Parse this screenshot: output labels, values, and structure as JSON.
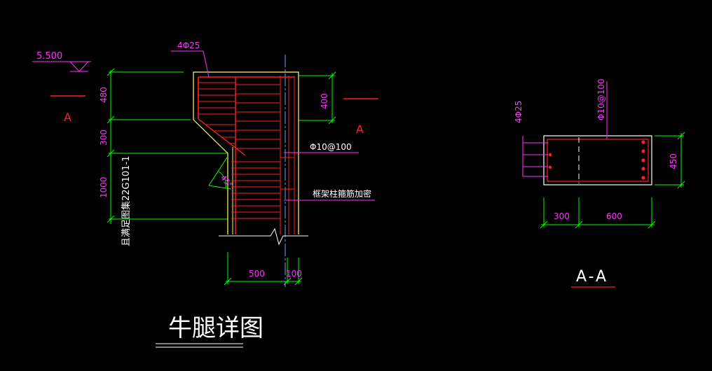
{
  "drawing": {
    "title": "牛腿详图",
    "section_title": "A-A",
    "elevation": "5.500",
    "rebar_top": "4Φ25",
    "stirrup_right": "Φ10@100",
    "note_column": "框架柱箍筋加密",
    "note_vertical": "且满足图集22G101-1",
    "angle": "45°",
    "section_mark_left": "A",
    "section_mark_right": "A",
    "dim_480": "480",
    "dim_300_left": "300",
    "dim_1000": "1000",
    "dim_400": "400",
    "dim_500": "500",
    "dim_100": "100",
    "sec_rebar": "4Φ25",
    "sec_stirrup": "Φ10@100",
    "sec_dim_300": "300",
    "sec_dim_600": "600",
    "sec_dim_450": "450"
  },
  "colors": {
    "background": "#000000",
    "outline": "#ffff66",
    "rebar": "#ff2020",
    "dimension": "#00ff00",
    "dim_text": "#ff33ff",
    "leader": "#ff33ff",
    "axis": "#66aaff",
    "text": "#ffffff"
  }
}
